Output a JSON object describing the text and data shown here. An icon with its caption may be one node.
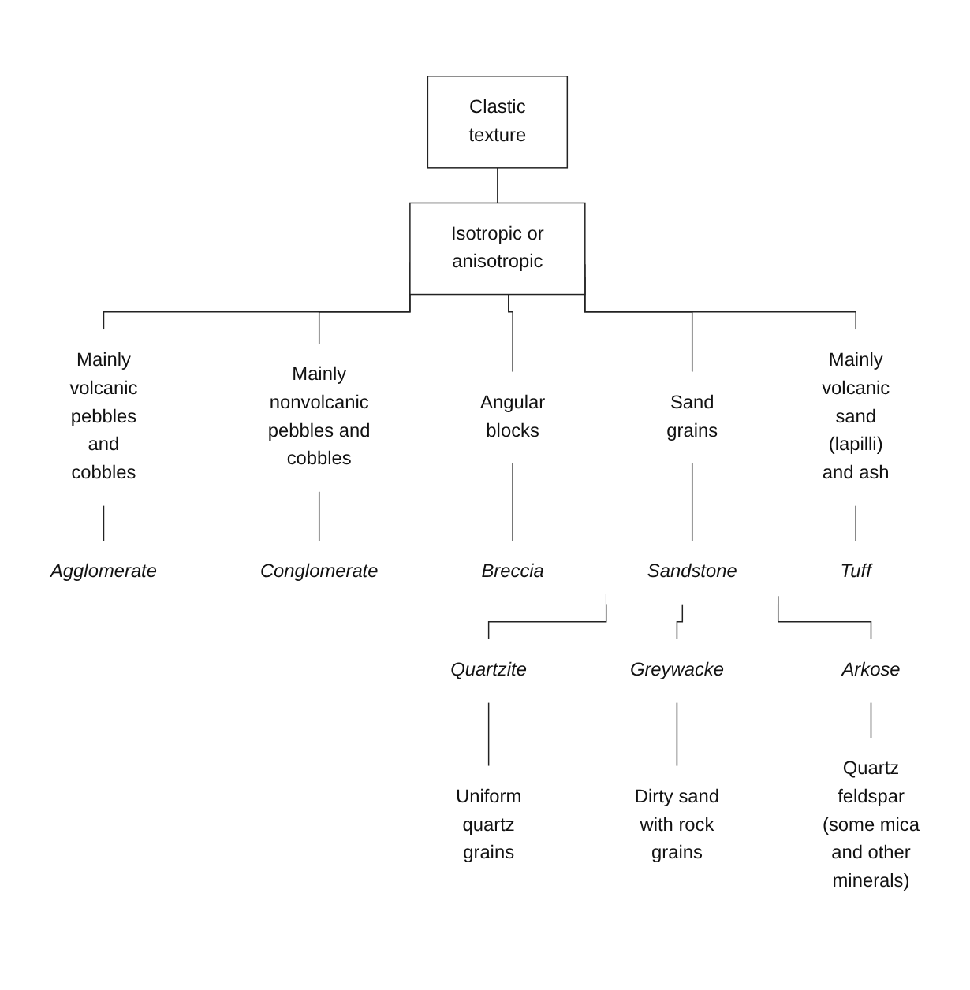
{
  "diagram": {
    "nodes": [
      {
        "text": [
          "Clastic texture"
        ]
      },
      {
        "text": [
          "Isotropic or anisotropic"
        ]
      },
      {
        "text": [
          "Mainly volcanic pebbles and cobbles"
        ]
      },
      {
        "text": [
          "Mainly nonvolcanic pebbles and cobbles"
        ]
      },
      {
        "text": [
          "Angular blocks"
        ]
      },
      {
        "text": [
          "Sand grains"
        ]
      },
      {
        "text": [
          "Mainly volcanic sand (lapilli) and ash"
        ]
      },
      {
        "text": [
          "Agglomerate"
        ]
      },
      {
        "text": [
          "Conglomerate"
        ]
      },
      {
        "text": [
          "Breccia"
        ]
      },
      {
        "text": [
          "Sandstone"
        ]
      },
      {
        "text": [
          "Tuff"
        ]
      },
      {
        "text": [
          "Quartzite"
        ]
      },
      {
        "text": [
          "Greywacke"
        ]
      },
      {
        "text": [
          "Arkose"
        ]
      },
      {
        "text": [
          "Uniform quartz grains"
        ]
      },
      {
        "text": [
          "Dirty sand with rock grains"
        ]
      },
      {
        "text": [
          "Quartz feldspar (some mica and other minerals)"
        ]
      }
    ],
    "edges": [
      {
        "from": 0,
        "to": 1,
        "arrow": "none"
      },
      {
        "from": 1,
        "to": 2,
        "arrow": "none"
      },
      {
        "from": 1,
        "to": 3,
        "arrow": "none"
      },
      {
        "from": 1,
        "to": 4,
        "arrow": "none"
      },
      {
        "from": 1,
        "to": 5,
        "arrow": "none"
      },
      {
        "from": 1,
        "to": 6,
        "arrow": "none"
      },
      {
        "from": 2,
        "to": 7,
        "arrow": "none"
      },
      {
        "from": 3,
        "to": 8,
        "arrow": "none"
      },
      {
        "from": 4,
        "to": 9,
        "arrow": "none"
      },
      {
        "from": 5,
        "to": 10,
        "arrow": "none"
      },
      {
        "from": 6,
        "to": 11,
        "arrow": "none"
      },
      {
        "from": 10,
        "to": 12,
        "arrow": "none"
      },
      {
        "from": 10,
        "to": 13,
        "arrow": "none"
      },
      {
        "from": 10,
        "to": 14,
        "arrow": "none"
      },
      {
        "from": 12,
        "to": 15,
        "arrow": "none"
      },
      {
        "from": 13,
        "to": 16,
        "arrow": "none"
      },
      {
        "from": 14,
        "to": 17,
        "arrow": "none"
      }
    ]
  }
}
